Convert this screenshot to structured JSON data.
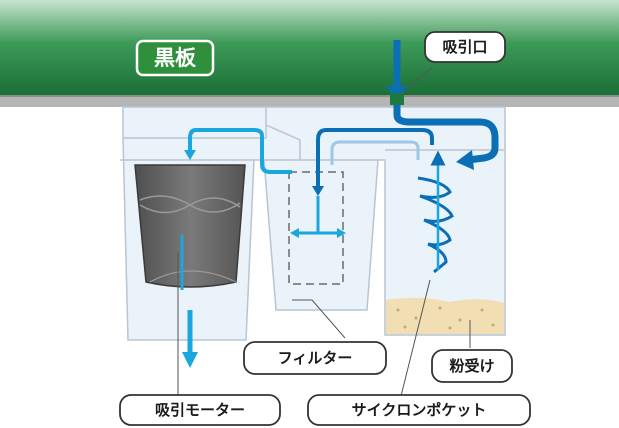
{
  "blackboard": {
    "label": "黒板"
  },
  "labels": {
    "intake": "吸引口",
    "filter": "フィルター",
    "dust": "粉受け",
    "motor": "吸引モーター",
    "cyclone": "サイクロンポケット"
  },
  "colors": {
    "blackboard_green": "#1d7a3f",
    "blackboard_label_bg": "#2f8f3c",
    "airflow_dark": "#0a6fb5",
    "airflow_light": "#1aa7df",
    "tray_fill": "#e3eef8",
    "tray_outline": "#b9c5d1",
    "motor_fill": "#6b6b6b",
    "dust_fill": "#f1dfb3"
  },
  "icons": {
    "airflow": "arrow-icon",
    "cyclone": "spiral-icon"
  }
}
